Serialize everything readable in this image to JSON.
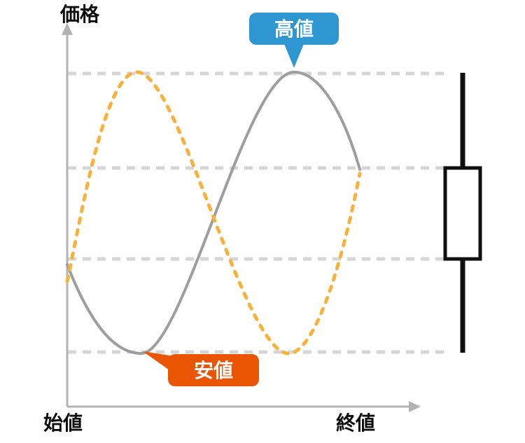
{
  "diagram": {
    "title_semantic": "candlestick-anatomy-explainer",
    "y_axis_label": "価格",
    "x_axis_start_label": "始値",
    "x_axis_end_label": "終値",
    "callouts": {
      "high": "高値",
      "low": "安値"
    },
    "colors": {
      "blue_callout": "#2e96d1",
      "orange_callout": "#ea5504",
      "gray_curve": "#9e9e9e",
      "orange_curve": "#f6b23c",
      "dashed_level_line": "#d6d6d6",
      "axis": "#b3b3b3",
      "candle_outline": "#0f0f0f",
      "candle_body_fill": "#ffffff",
      "text": "#0d0d0d"
    }
  }
}
